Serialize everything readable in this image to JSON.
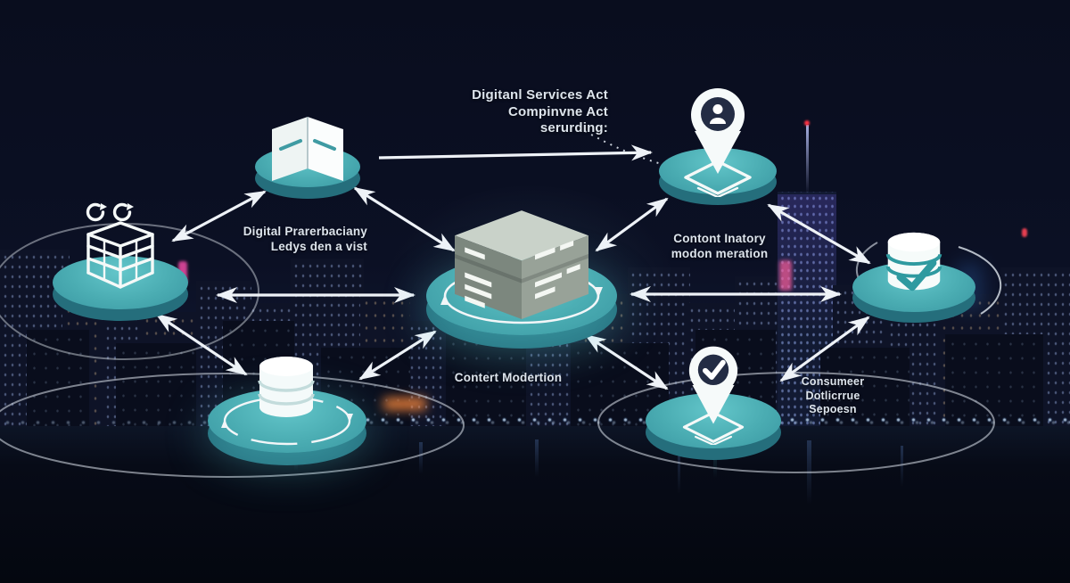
{
  "diagram": {
    "scene": "flow-diagram-over-night-city-skyline",
    "labels": {
      "dsa": "Digitanl Services Act\nCompinvne Act\nserurding:",
      "transparency": "Digital Prarerbaciany\nLedys den a vist",
      "content_history": "Contont Inatory\nmodon meration",
      "content_moderation": "Contert Modertion",
      "consumer": "Consumeer\nDotlicrrue\nSepoesn"
    },
    "nodes": [
      {
        "id": "open-book",
        "icon": "open-book-icon",
        "position": "top-left"
      },
      {
        "id": "building-registry",
        "icon": "building-wireframe-icon",
        "position": "left"
      },
      {
        "id": "server-hub",
        "icon": "server-cube-icon",
        "position": "center"
      },
      {
        "id": "map-pin-user",
        "icon": "map-pin-person-icon",
        "position": "top-right"
      },
      {
        "id": "database-verified",
        "icon": "database-check-icon",
        "position": "right"
      },
      {
        "id": "database-stack",
        "icon": "database-stack-icon",
        "position": "bottom-left"
      },
      {
        "id": "map-pin-verified",
        "icon": "map-pin-check-icon",
        "position": "bottom-right"
      }
    ],
    "colors": {
      "platform_top": "#4aacb2",
      "platform_side": "#256e7c",
      "icon_white": "#f5f9f8",
      "arrow": "#eef2f7",
      "label_text": "#dde4ec",
      "sky": "#0b1024",
      "water": "#04070f",
      "neon_pink": "#ff4fae",
      "neon_orange": "#ff8a3c"
    }
  }
}
